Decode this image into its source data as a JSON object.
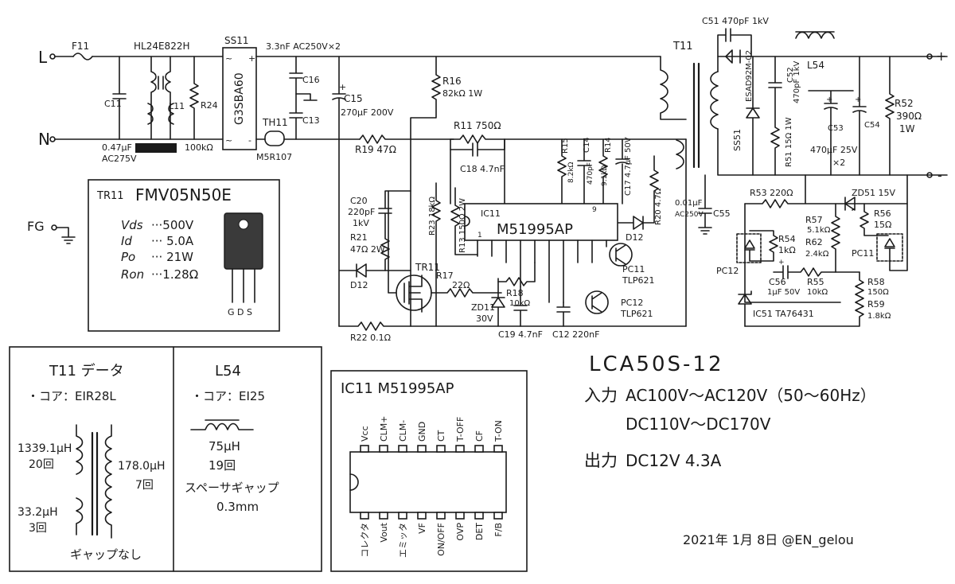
{
  "schematic": {
    "labels": {
      "L": "L",
      "N": "N",
      "FG": "FG",
      "plus": "+",
      "minus": "-",
      "F11": "F11",
      "HL": "HL24E822H",
      "SS11": "SS11",
      "bridge": "G3SBA60",
      "xcap": "3.3nF AC250V×2",
      "C11": "C11",
      "L11": "L11",
      "R24": "R24",
      "C11v": "0.47μF",
      "C11r": "AC275V",
      "R24v": "100kΩ",
      "C16": "C16",
      "C13": "C13",
      "C15": "C15",
      "C15v": "270μF 200V",
      "TH11": "TH11",
      "M5R": "M5R107",
      "R19": "R19 47Ω",
      "R16": "R16",
      "R16v": "82kΩ 1W",
      "R11": "R11 750Ω",
      "C18": "C18 4.7nF",
      "R15": "R15",
      "R15v": "8.2kΩ",
      "C14": "C14",
      "C14v": "470pF",
      "R14": "R14",
      "R14v": "9.1kΩ",
      "C17": "C17 4.7μF 50V",
      "R20": "R20 4.7Ω",
      "C20": "C20",
      "C20v": "220pF",
      "C20k": "1kV",
      "R21": "R21",
      "R21v": "47Ω 2W",
      "R23": "R23 18kΩ",
      "R13": "R13 150Ω 2W",
      "IC11": "IC11",
      "M51995AP": "M51995AP",
      "pin1": "1",
      "pin9": "9",
      "D12a": "D12",
      "D12b": "D12",
      "TR11": "TR11",
      "R17": "R17",
      "R17v": "22Ω",
      "R18": "R18",
      "R18v": "10kΩ",
      "ZD11": "ZD11",
      "ZD11v": "30V",
      "C19": "C19 4.7nF",
      "C12": "C12 220nF",
      "R22": "R22 0.1Ω",
      "PC11a": "PC11",
      "TLP621a": "TLP621",
      "PC12a": "PC12",
      "TLP621b": "TLP621",
      "T11": "T11",
      "C51": "C51 470pF 1kV",
      "SS51": "SS51",
      "ESAD": "ESAD92M-02",
      "C52": "C52",
      "C52v": "470pF 1kV",
      "R51": "R51 15Ω 1W",
      "L54": "L54",
      "C53": "C53",
      "C54": "C54",
      "C53v": "470μF 25V",
      "x2": "×2",
      "R52": "R52",
      "R52v": "390Ω",
      "R52w": "1W",
      "C55v": "0.01μF",
      "C55r": "AC250V",
      "C55": "C55",
      "R53": "R53 220Ω",
      "ZD51": "ZD51 15V",
      "R57": "R57",
      "R57v": "5.1kΩ",
      "R62": "R62",
      "R62v": "2.4kΩ",
      "R56": "R56",
      "R56v": "15Ω",
      "R54": "R54",
      "R54v": "1kΩ",
      "PC11b": "PC11",
      "PC12b": "PC12",
      "C56": "C56",
      "C56v": "1μF 50V",
      "R55": "R55",
      "R55v": "10kΩ",
      "R58": "R58",
      "R58v": "150Ω",
      "R59": "R59",
      "R59v": "1.8kΩ",
      "IC51": "IC51 TA76431"
    }
  },
  "tr11_box": {
    "name": "TR11",
    "part": "FMV05N50E",
    "specs": [
      {
        "k": "Vds",
        "v": "···500V"
      },
      {
        "k": "Id",
        "v": "··· 5.0A"
      },
      {
        "k": "Po",
        "v": "··· 21W"
      },
      {
        "k": "Ron",
        "v": "···1.28Ω"
      }
    ],
    "pins": "G D S"
  },
  "t11_box": {
    "title": "T11 データ",
    "core": "・コア：EIR28L",
    "w1": "1339.1μH",
    "w1t": "20回",
    "w2": "178.0μH",
    "w2t": "7回",
    "w3": "33.2μH",
    "w3t": "3回",
    "gap": "ギャップなし"
  },
  "l54_box": {
    "title": "L54",
    "core": "・コア：EI25",
    "ind": "75μH",
    "turns": "19回",
    "gap1": "スペーサギャップ",
    "gap2": "0.3mm"
  },
  "ic_box": {
    "title": "IC11 M51995AP",
    "top_pins": [
      "Vcc",
      "CLM+",
      "CLM-",
      "GND",
      "CT",
      "T-OFF",
      "CF",
      "T-ON"
    ],
    "bottom_pins": [
      "コレクタ",
      "Vout",
      "エミッタ",
      "VF",
      "ON/OFF",
      "OVP",
      "DET",
      "F/B"
    ]
  },
  "info": {
    "model": "LCA50S-12",
    "in_label": "入力",
    "in_ac": "AC100V～AC120V（50～60Hz）",
    "in_dc": "DC110V～DC170V",
    "out_label": "出力",
    "out": "DC12V 4.3A",
    "credit": "2021年 1月 8日 @EN_gelou"
  }
}
